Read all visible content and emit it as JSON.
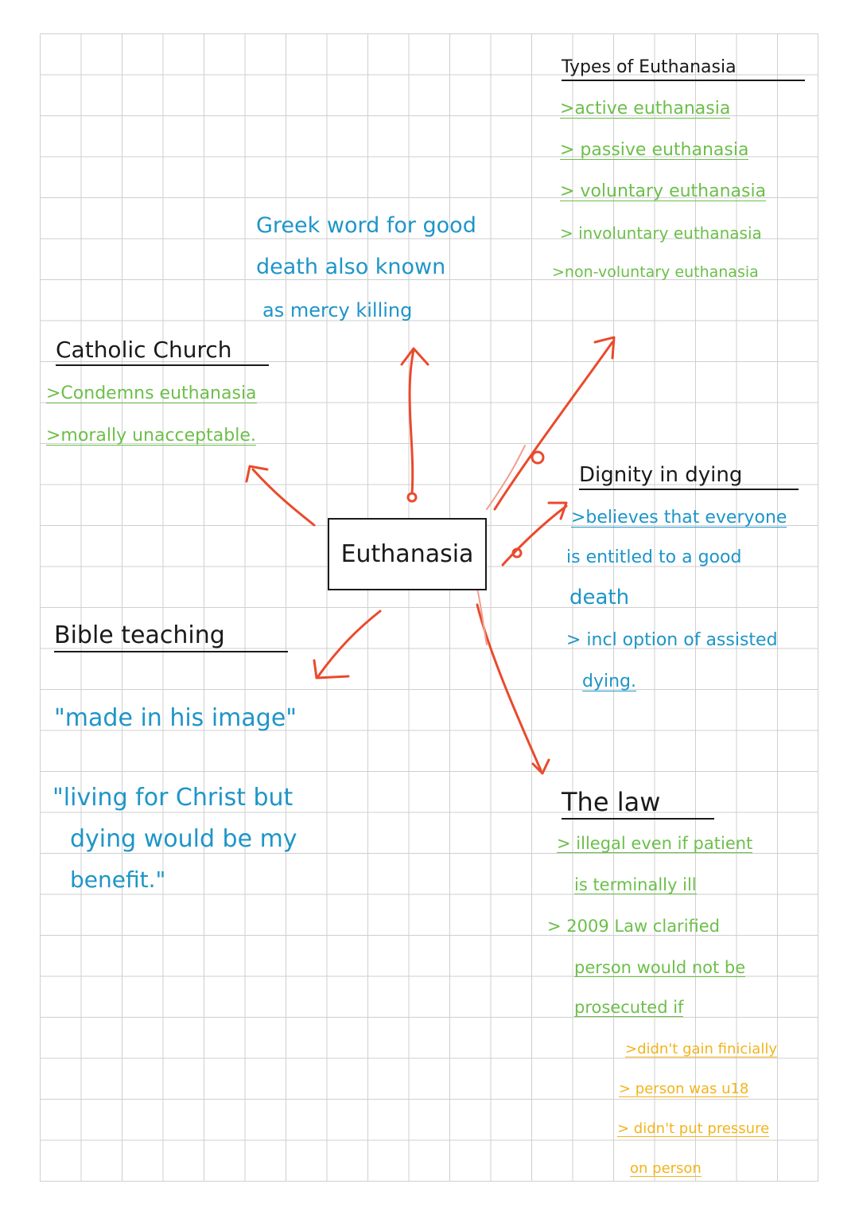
{
  "center": {
    "label": "Euthanasia"
  },
  "definition": {
    "lines": [
      "Greek word for good",
      "death also known",
      "as mercy killing"
    ]
  },
  "types": {
    "title": "Types of Euthanasia",
    "items": [
      ">active euthanasia",
      "> passive euthanasia",
      "> voluntary euthanasia",
      "> involuntary euthanasia",
      ">non-voluntary euthanasia"
    ]
  },
  "catholic": {
    "title": "Catholic Church",
    "items": [
      ">Condemns euthanasia",
      ">morally unacceptable."
    ]
  },
  "dignity": {
    "title": "Dignity in dying",
    "lines": [
      ">believes that everyone",
      "is entitled to a good",
      "death",
      "> incl option of assisted",
      "dying."
    ]
  },
  "bible": {
    "title": "Bible teaching",
    "quote1": "\"made in his image\"",
    "quote2_lines": [
      "\"living for Christ but",
      "dying would be my",
      "benefit.\""
    ]
  },
  "law": {
    "title": "The law",
    "lines": [
      "> illegal even if patient",
      "is terminally ill",
      "> 2009 Law clarified",
      "person would not be",
      "prosecuted if"
    ],
    "conditions": [
      ">didn't gain finicially",
      "> person was u18",
      "> didn't put pressure",
      "on person"
    ]
  },
  "colors": {
    "heading": "#1a1a1a",
    "green": "#6cbf4a",
    "blue": "#1e95c8",
    "yellow": "#f2b41c",
    "arrow": "#ea4a2c"
  }
}
